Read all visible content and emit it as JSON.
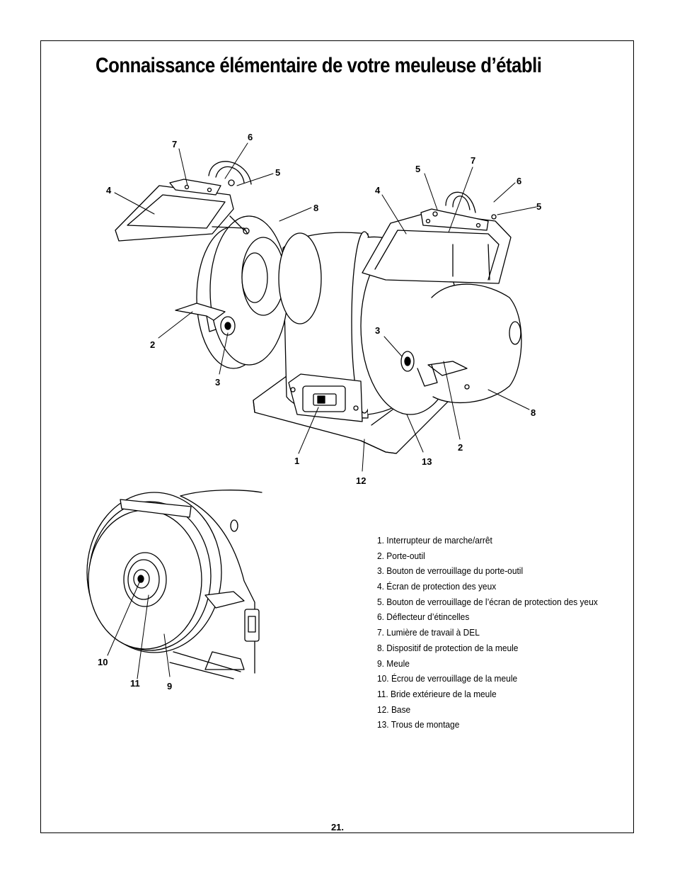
{
  "page": {
    "title": "Connaissance élémentaire de votre meuleuse d’établi",
    "page_number": "21."
  },
  "figure_main": {
    "callouts": [
      "7",
      "6",
      "5",
      "4",
      "8",
      "2",
      "3",
      "5",
      "7",
      "6",
      "4",
      "5",
      "3",
      "8",
      "2",
      "1",
      "13",
      "12"
    ]
  },
  "figure_detail": {
    "callouts": [
      "10",
      "11",
      "9"
    ]
  },
  "legend": [
    "1. Interrupteur de marche/arrêt",
    "2. Porte-outil",
    "3. Bouton de verrouillage du porte-outil",
    "4. Écran de protection des yeux",
    "5. Bouton de verrouillage de l’écran de protection des yeux",
    "6. Déflecteur d’étincelles",
    "7. Lumière de travail à DEL",
    "8. Dispositif de protection de la meule",
    "9. Meule",
    "10. Écrou de verrouillage de la meule",
    "11. Bride extérieure de la meule",
    "12. Base",
    "13. Trous de montage"
  ]
}
